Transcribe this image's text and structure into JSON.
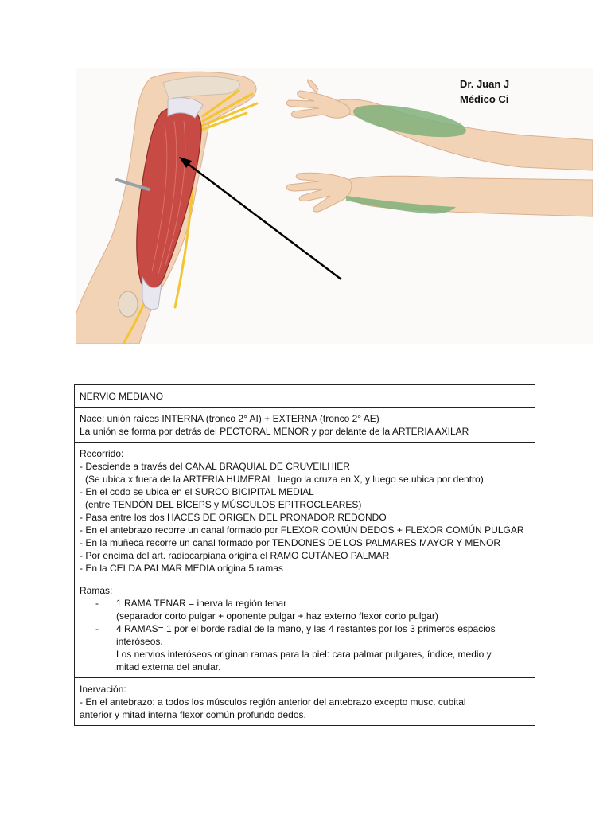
{
  "header": {
    "author_line1": "Dr. Juan J",
    "author_line2": "Médico Ci"
  },
  "illustration": {
    "left_figure": "arm-anatomy-median-nerve",
    "right_figure": "forearm-sensory-territory",
    "colors": {
      "skin": "#f3d3b6",
      "muscle": "#c84a44",
      "nerve": "#f2c531",
      "sensory_area": "#7fb07a"
    }
  },
  "table": {
    "title": "NERVIO MEDIANO",
    "origin": {
      "line1": "Nace: unión raíces INTERNA (tronco 2° AI) + EXTERNA (tronco 2° AE)",
      "line2": "La unión se forma por detrás del PECTORAL MENOR y por delante de la ARTERIA AXILAR"
    },
    "course": {
      "heading": "Recorrido:",
      "lines": [
        {
          "text": "- Desciende a través del CANAL BRAQUIAL DE CRUVEILHIER",
          "indent": false
        },
        {
          "text": "(Se ubica x fuera de la ARTERIA HUMERAL, luego la cruza en X, y luego se ubica por dentro)",
          "indent": true
        },
        {
          "text": "- En el codo se ubica en el SURCO BICIPITAL MEDIAL",
          "indent": false
        },
        {
          "text": "(entre TENDÓN DEL BÍCEPS y MÚSCULOS EPITROCLEARES)",
          "indent": true
        },
        {
          "text": "- Pasa entre los dos HACES DE ORIGEN DEL PRONADOR REDONDO",
          "indent": false
        },
        {
          "text": "- En el antebrazo recorre un canal formado por FLEXOR COMÚN DEDOS + FLEXOR COMÚN PULGAR",
          "indent": false
        },
        {
          "text": "- En la muñeca recorre un canal formado por TENDONES DE LOS PALMARES MAYOR Y MENOR",
          "indent": false
        },
        {
          "text": "- Por encima del art. radiocarpiana origina el RAMO CUTÁNEO PALMAR",
          "indent": false
        },
        {
          "text": "- En la CELDA PALMAR MEDIA origina 5 ramas",
          "indent": false
        }
      ]
    },
    "branches": {
      "heading": "Ramas:",
      "items": [
        {
          "dash": "-",
          "lines": [
            "1 RAMA TENAR = inerva la región tenar",
            "(separador corto pulgar + oponente pulgar + haz externo flexor corto pulgar)"
          ]
        },
        {
          "dash": "-",
          "lines": [
            "4 RAMAS= 1 por el borde radial de la mano, y las 4 restantes por los 3 primeros espacios",
            "interóseos.",
            "Los nervios interóseos originan ramas para la piel: cara palmar pulgares, índice, medio y",
            "mitad externa del anular."
          ]
        }
      ]
    },
    "innervation": {
      "heading": "Inervación:",
      "line1": "- En el antebrazo: a todos los músculos región anterior del antebrazo excepto musc. cubital",
      "line2": "anterior y mitad interna flexor común profundo dedos."
    }
  }
}
